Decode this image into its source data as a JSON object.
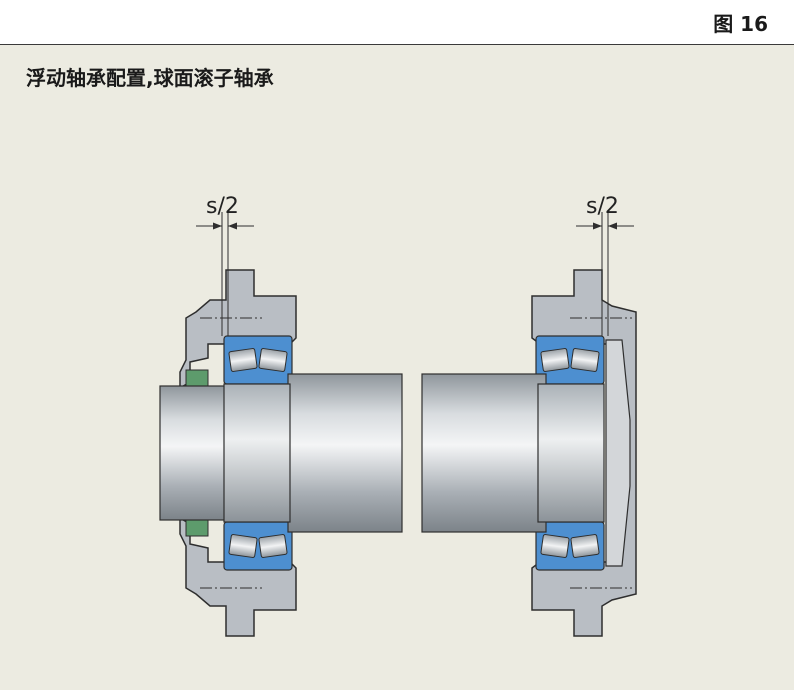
{
  "figure_label": "图 16",
  "title": "浮动轴承配置,球面滚子轴承",
  "dimensions": {
    "left": "s/2",
    "right": "s/2"
  },
  "colors": {
    "background": "#ecebe1",
    "housing": "#b9bec4",
    "bearing": "#4d8fd0",
    "shaft": "#c3c8cd"
  }
}
